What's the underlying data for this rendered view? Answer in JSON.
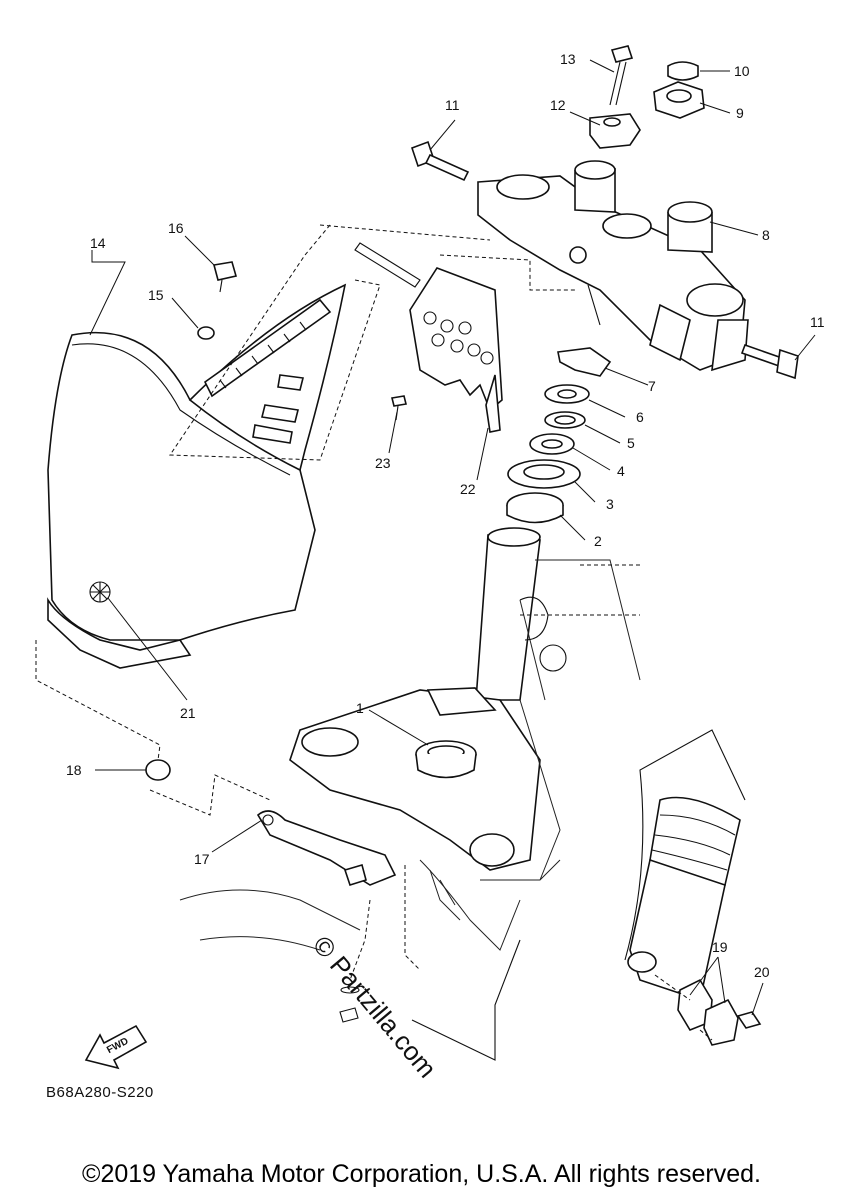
{
  "diagram": {
    "callouts": [
      "1",
      "2",
      "3",
      "4",
      "5",
      "6",
      "7",
      "8",
      "9",
      "10",
      "11",
      "11",
      "12",
      "13",
      "14",
      "15",
      "16",
      "17",
      "18",
      "19",
      "20",
      "21",
      "22",
      "23"
    ],
    "fwd_label": "FWD",
    "reference_code": "B68A280-S220",
    "watermark": "© Partzilla.com",
    "copyright": "©2019 Yamaha Motor Corporation, U.S.A. All rights reserved."
  }
}
